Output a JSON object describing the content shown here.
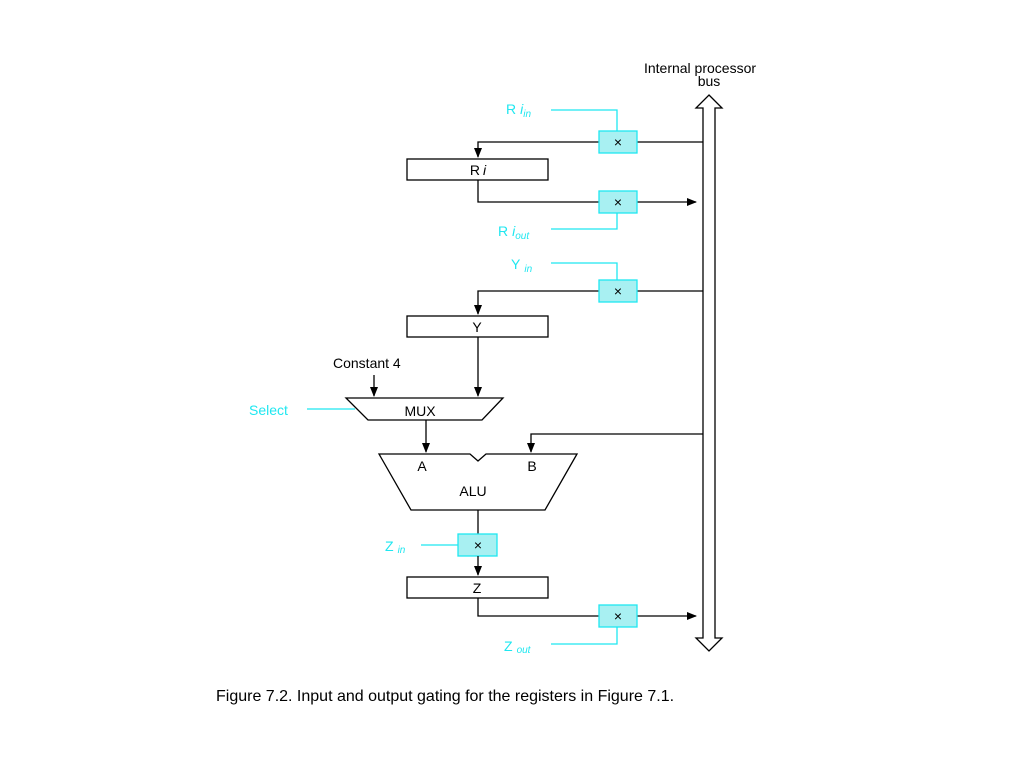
{
  "bus": {
    "line1": "Internal processor",
    "line2": "bus"
  },
  "signals": {
    "ri_in": {
      "base": "R",
      "italic": "i",
      "sub": "in"
    },
    "ri_out": {
      "base": "R",
      "italic": "i",
      "sub": "out"
    },
    "y_in": {
      "base": "Y",
      "sub": "in"
    },
    "z_in": {
      "base": "Z",
      "sub": "in"
    },
    "z_out": {
      "base": "Z",
      "sub": "out"
    },
    "select": "Select"
  },
  "registers": {
    "ri": {
      "base": "R",
      "italic": "i"
    },
    "y": "Y",
    "z": "Z"
  },
  "constant": "Constant 4",
  "mux": "MUX",
  "alu": {
    "label": "ALU",
    "input_a": "A",
    "input_b": "B"
  },
  "gate_glyph": "×",
  "caption": "Figure 7.2.  Input and output gating for the registers in Figure 7.1.",
  "colors": {
    "signal": "#1fe7f0",
    "gate_fill": "#a8f0f2",
    "line": "#000000"
  }
}
